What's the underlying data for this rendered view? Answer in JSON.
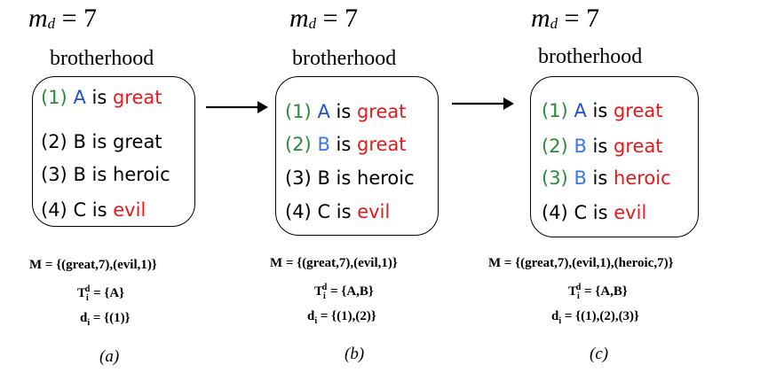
{
  "panels": [
    {
      "md": "= 7",
      "title": "brotherhood",
      "sentences": [
        {
          "num": "(1)",
          "subj": "A",
          "verb": "is",
          "obj": "great"
        },
        {
          "num": "(2)",
          "subj": "B",
          "verb": "is",
          "obj": "great"
        },
        {
          "num": "(3)",
          "subj": "B",
          "verb": "is",
          "obj": "heroic"
        },
        {
          "num": "(4)",
          "subj": "C",
          "verb": "is",
          "obj": "evil"
        }
      ],
      "M": "M = {(great,7),(evil,1)}",
      "T_prefix": "T",
      "T_value": " = {A}",
      "d_prefix": "d",
      "d_value": " = {(1)}",
      "caption": "(a)"
    },
    {
      "md": "= 7",
      "title": "brotherhood",
      "sentences": [
        {
          "num": "(1)",
          "subj": "A",
          "verb": "is",
          "obj": "great"
        },
        {
          "num": "(2)",
          "subj": "B",
          "verb": "is",
          "obj": "great"
        },
        {
          "num": "(3)",
          "subj": "B",
          "verb": "is",
          "obj": "heroic"
        },
        {
          "num": "(4)",
          "subj": "C",
          "verb": "is",
          "obj": "evil"
        }
      ],
      "M": "M = {(great,7),(evil,1)}",
      "T_prefix": "T",
      "T_value": " = {A,B}",
      "d_prefix": "d",
      "d_value": " = {(1),(2)}",
      "caption": "(b)"
    },
    {
      "md": "= 7",
      "title": "brotherhood",
      "sentences": [
        {
          "num": "(1)",
          "subj": "A",
          "verb": "is",
          "obj": "great"
        },
        {
          "num": "(2)",
          "subj": "B",
          "verb": "is",
          "obj": "great"
        },
        {
          "num": "(3)",
          "subj": "B",
          "verb": "is",
          "obj": "heroic"
        },
        {
          "num": "(4)",
          "subj": "C",
          "verb": "is",
          "obj": "evil"
        }
      ],
      "M": "M = {(great,7),(evil,1),(heroic,7)}",
      "T_prefix": "T",
      "T_value": " = {A,B}",
      "d_prefix": "d",
      "d_value": " = {(1),(2),(3)}",
      "caption": "(c)"
    }
  ],
  "md_var": "m",
  "md_sub": "d",
  "sub_i": "i",
  "sup_d": "d",
  "colors": {
    "green": "#2a8a3a",
    "blue": "#1f4fd8",
    "light_blue": "#3a78e0",
    "red": "#e31a1c",
    "black": "#000000"
  }
}
